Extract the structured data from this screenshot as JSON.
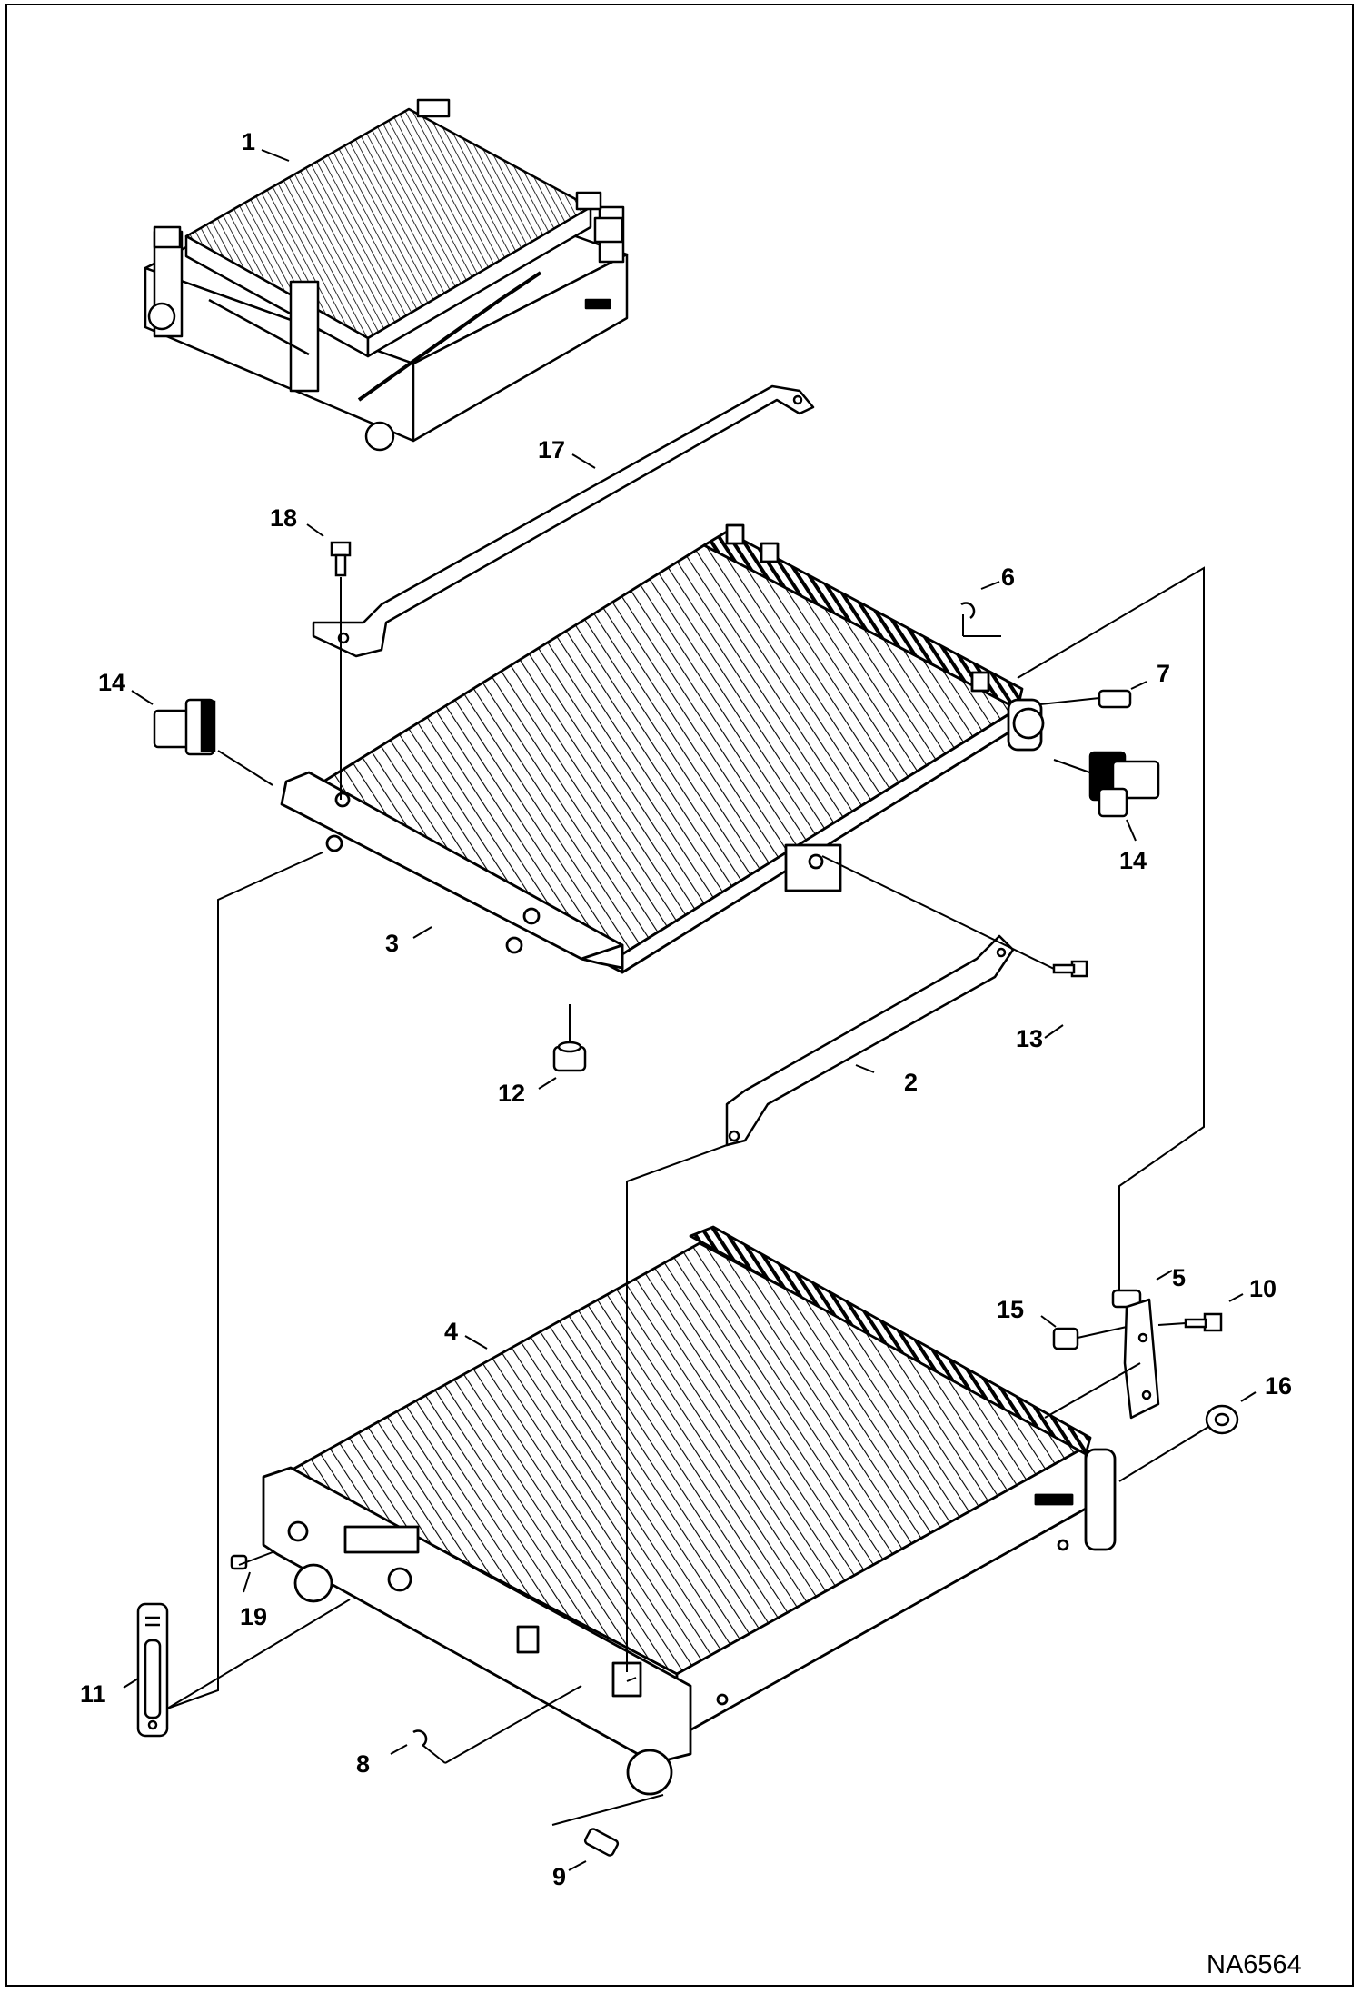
{
  "figure_id": "NA6564",
  "callouts": [
    {
      "id": "c1",
      "label": "1"
    },
    {
      "id": "c2",
      "label": "2"
    },
    {
      "id": "c3",
      "label": "3"
    },
    {
      "id": "c4",
      "label": "4"
    },
    {
      "id": "c5",
      "label": "5"
    },
    {
      "id": "c6",
      "label": "6"
    },
    {
      "id": "c7",
      "label": "7"
    },
    {
      "id": "c8",
      "label": "8"
    },
    {
      "id": "c9",
      "label": "9"
    },
    {
      "id": "c10",
      "label": "10"
    },
    {
      "id": "c11",
      "label": "11"
    },
    {
      "id": "c12",
      "label": "12"
    },
    {
      "id": "c13",
      "label": "13"
    },
    {
      "id": "c14a",
      "label": "14"
    },
    {
      "id": "c14b",
      "label": "14"
    },
    {
      "id": "c15",
      "label": "15"
    },
    {
      "id": "c16",
      "label": "16"
    },
    {
      "id": "c17",
      "label": "17"
    },
    {
      "id": "c18",
      "label": "18"
    },
    {
      "id": "c19",
      "label": "19"
    }
  ]
}
